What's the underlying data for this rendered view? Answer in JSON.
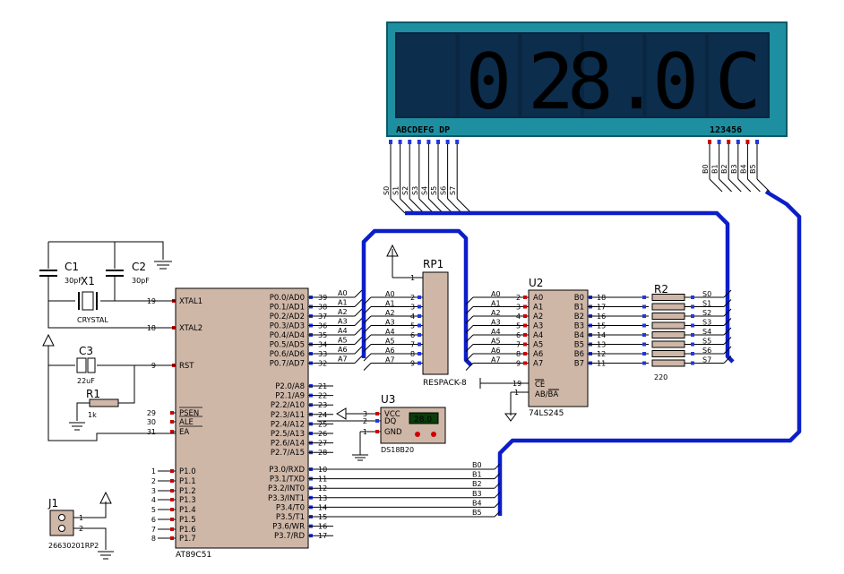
{
  "display": {
    "digits": [
      "",
      "0",
      "2",
      "8.",
      "0",
      "C"
    ],
    "seg_label": "ABCDEFG DP",
    "digit_label": "123456",
    "colors": {
      "frame": "#1e8fa0",
      "panel": "#0a2640",
      "segment": "#2ae0ff"
    }
  },
  "seg_pins": [
    "S0",
    "S1",
    "S2",
    "S3",
    "S4",
    "S5",
    "S6",
    "S7"
  ],
  "dig_pins": [
    "B0",
    "B1",
    "B2",
    "B3",
    "B4",
    "B5"
  ],
  "mcu": {
    "name": "AT89C51",
    "left_pins": [
      {
        "num": "19",
        "name": "XTAL1"
      },
      {
        "num": "18",
        "name": "XTAL2"
      },
      {
        "num": "9",
        "name": "RST"
      },
      {
        "num": "29",
        "name": "PSEN"
      },
      {
        "num": "30",
        "name": "ALE"
      },
      {
        "num": "31",
        "name": "EA"
      },
      {
        "num": "1",
        "name": "P1.0"
      },
      {
        "num": "2",
        "name": "P1.1"
      },
      {
        "num": "3",
        "name": "P1.2"
      },
      {
        "num": "4",
        "name": "P1.3"
      },
      {
        "num": "5",
        "name": "P1.4"
      },
      {
        "num": "6",
        "name": "P1.5"
      },
      {
        "num": "7",
        "name": "P1.6"
      },
      {
        "num": "8",
        "name": "P1.7"
      }
    ],
    "port0": [
      {
        "name": "P0.0/AD0",
        "num": "39",
        "net": "A0"
      },
      {
        "name": "P0.1/AD1",
        "num": "38",
        "net": "A1"
      },
      {
        "name": "P0.2/AD2",
        "num": "37",
        "net": "A2"
      },
      {
        "name": "P0.3/AD3",
        "num": "36",
        "net": "A3"
      },
      {
        "name": "P0.4/AD4",
        "num": "35",
        "net": "A4"
      },
      {
        "name": "P0.5/AD5",
        "num": "34",
        "net": "A5"
      },
      {
        "name": "P0.6/AD6",
        "num": "33",
        "net": "A6"
      },
      {
        "name": "P0.7/AD7",
        "num": "32",
        "net": "A7"
      }
    ],
    "port2": [
      {
        "name": "P2.0/A8",
        "num": "21"
      },
      {
        "name": "P2.1/A9",
        "num": "22"
      },
      {
        "name": "P2.2/A10",
        "num": "23"
      },
      {
        "name": "P2.3/A11",
        "num": "24"
      },
      {
        "name": "P2.4/A12",
        "num": "25"
      },
      {
        "name": "P2.5/A13",
        "num": "26"
      },
      {
        "name": "P2.6/A14",
        "num": "27"
      },
      {
        "name": "P2.7/A15",
        "num": "28"
      }
    ],
    "port3": [
      {
        "name": "P3.0/RXD",
        "num": "10",
        "net": "B0"
      },
      {
        "name": "P3.1/TXD",
        "num": "11",
        "net": "B1"
      },
      {
        "name": "P3.2/INT0",
        "num": "12",
        "net": "B2"
      },
      {
        "name": "P3.3/INT1",
        "num": "13",
        "net": "B3"
      },
      {
        "name": "P3.4/T0",
        "num": "14",
        "net": "B4"
      },
      {
        "name": "P3.5/T1",
        "num": "15",
        "net": "B5"
      },
      {
        "name": "P3.6/WR",
        "num": "16",
        "net": ""
      },
      {
        "name": "P3.7/RD",
        "num": "17",
        "net": ""
      }
    ]
  },
  "rp1": {
    "ref": "RP1",
    "value": "RESPACK-8",
    "pins": [
      "2",
      "3",
      "4",
      "5",
      "6",
      "7",
      "8",
      "9"
    ],
    "pin1": "1",
    "nets": [
      "A0",
      "A1",
      "A2",
      "A3",
      "A4",
      "A5",
      "A6",
      "A7"
    ]
  },
  "u2": {
    "ref": "U2",
    "value": "74LS245",
    "a_pins": [
      {
        "num": "2",
        "name": "A0"
      },
      {
        "num": "3",
        "name": "A1"
      },
      {
        "num": "4",
        "name": "A2"
      },
      {
        "num": "5",
        "name": "A3"
      },
      {
        "num": "6",
        "name": "A4"
      },
      {
        "num": "7",
        "name": "A5"
      },
      {
        "num": "8",
        "name": "A6"
      },
      {
        "num": "9",
        "name": "A7"
      }
    ],
    "b_pins": [
      {
        "num": "18",
        "name": "B0"
      },
      {
        "num": "17",
        "name": "B1"
      },
      {
        "num": "16",
        "name": "B2"
      },
      {
        "num": "15",
        "name": "B3"
      },
      {
        "num": "14",
        "name": "B4"
      },
      {
        "num": "13",
        "name": "B5"
      },
      {
        "num": "12",
        "name": "B6"
      },
      {
        "num": "11",
        "name": "B7"
      }
    ],
    "ce": {
      "num": "19",
      "name": "CE"
    },
    "dir": {
      "num": "1",
      "name": "AB/BA"
    }
  },
  "r2": {
    "ref": "R2",
    "value": "220",
    "nets": [
      "S0",
      "S1",
      "S2",
      "S3",
      "S4",
      "S5",
      "S6",
      "S7"
    ]
  },
  "u3": {
    "ref": "U3",
    "value": "DS18B20",
    "pins": [
      {
        "num": "3",
        "name": "VCC"
      },
      {
        "num": "2",
        "name": "DQ"
      },
      {
        "num": "1",
        "name": "GND"
      }
    ],
    "reading": "28.0"
  },
  "c1": {
    "ref": "C1",
    "value": "30pF"
  },
  "c2": {
    "ref": "C2",
    "value": "30pF"
  },
  "x1": {
    "ref": "X1",
    "value": "CRYSTAL"
  },
  "c3": {
    "ref": "C3",
    "value": "22uF"
  },
  "r1": {
    "ref": "R1",
    "value": "1k"
  },
  "j1": {
    "ref": "J1",
    "value": "26630201RP2",
    "pins": [
      "1",
      "2"
    ]
  }
}
